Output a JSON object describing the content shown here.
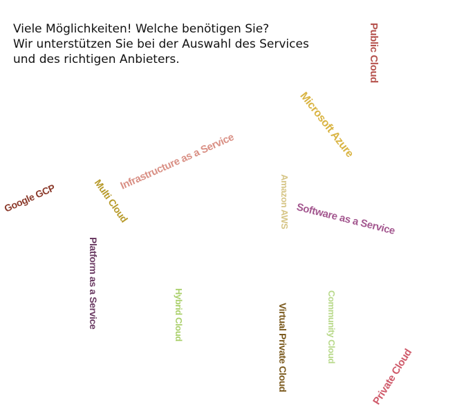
{
  "intro": {
    "line1": "Viele Möglichkeiten! Welche benötigen Sie?",
    "line2": "Wir unterstützen Sie bei der Auswahl des Services",
    "line3": "und des richtigen Anbieters."
  },
  "tags": [
    {
      "key": "public-cloud",
      "text": "Public Cloud",
      "color": "#b5514c"
    },
    {
      "key": "microsoft-azure",
      "text": "Microsoft Azure",
      "color": "#d9b443"
    },
    {
      "key": "infrastructure-as-a-service",
      "text": "Infrastructure as a Service",
      "color": "#d98f84"
    },
    {
      "key": "multi-cloud",
      "text": "Multi Cloud",
      "color": "#b79a2a"
    },
    {
      "key": "google-gcp",
      "text": "Google GCP",
      "color": "#8b3a2b"
    },
    {
      "key": "amazon-aws",
      "text": "Amazon AWS",
      "color": "#d6c586"
    },
    {
      "key": "software-as-a-service",
      "text": "Software as a Service",
      "color": "#a3578f"
    },
    {
      "key": "platform-as-a-service",
      "text": "Platform as a Service",
      "color": "#6b3b63"
    },
    {
      "key": "hybrid-cloud",
      "text": "Hybrid Cloud",
      "color": "#a9cf6a"
    },
    {
      "key": "virtual-private-cloud",
      "text": "Virtual Private Cloud",
      "color": "#7b5a1e"
    },
    {
      "key": "community-cloud",
      "text": "Community Cloud",
      "color": "#b8d98a"
    },
    {
      "key": "private-cloud",
      "text": "Private Cloud",
      "color": "#cf5a6a"
    }
  ]
}
